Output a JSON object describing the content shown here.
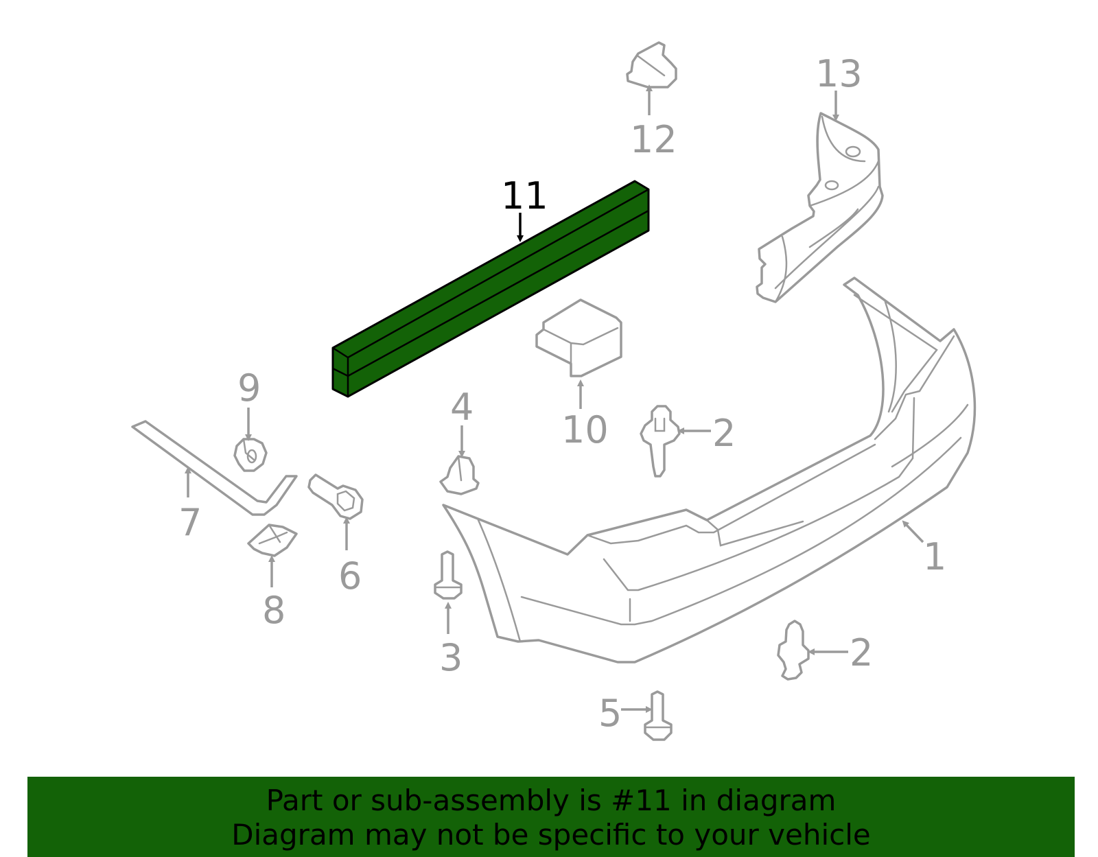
{
  "highlight_color": "#136207",
  "line_color": "#9a9a9a",
  "callouts": {
    "c1": "1",
    "c2a": "2",
    "c2b": "2",
    "c3": "3",
    "c4": "4",
    "c5": "5",
    "c6": "6",
    "c7": "7",
    "c8": "8",
    "c9": "9",
    "c10": "10",
    "c11": "11",
    "c12": "12",
    "c13": "13"
  },
  "banner": {
    "line1": "Part or sub-assembly is #11 in diagram",
    "line2": "Diagram may not be specific to your vehicle"
  }
}
